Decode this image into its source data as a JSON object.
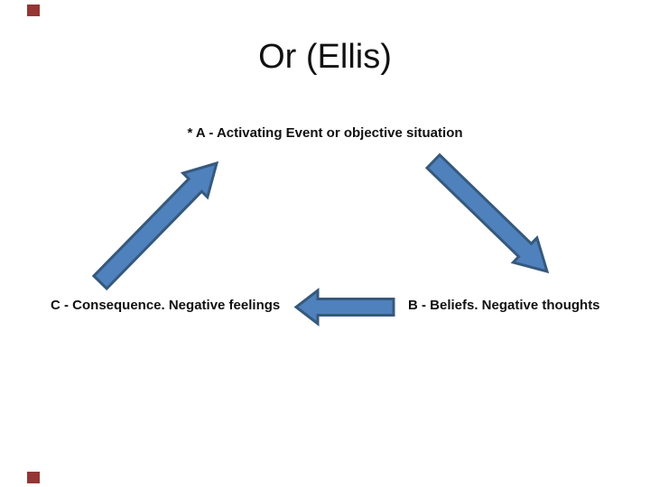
{
  "slide": {
    "title": "Or (Ellis)",
    "node_a_label": "* A - Activating Event or objective situation",
    "node_b_label": "B - Beliefs. Negative thoughts",
    "node_c_label": "C - Consequence. Negative feelings",
    "arrows": [
      {
        "name": "arrow-c-to-a",
        "from": "C - Consequence",
        "to": "A - Activating Event",
        "direction": "up-right"
      },
      {
        "name": "arrow-a-to-b",
        "from": "A - Activating Event",
        "to": "B - Beliefs",
        "direction": "down-right"
      },
      {
        "name": "arrow-b-to-c",
        "from": "B - Beliefs",
        "to": "C - Consequence",
        "direction": "left"
      }
    ],
    "colors": {
      "background": "#ffffff",
      "text": "#111111",
      "arrow_fill": "#4f81bd",
      "arrow_border": "#36597c",
      "corner_marker": "#943634"
    }
  }
}
